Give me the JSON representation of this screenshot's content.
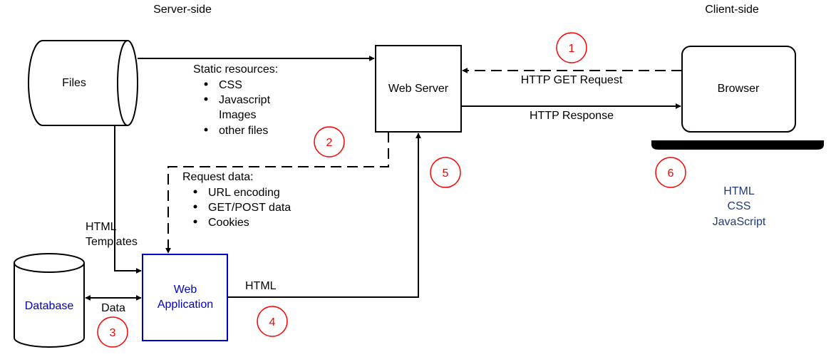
{
  "sections": {
    "server_side": "Server-side",
    "client_side": "Client-side"
  },
  "nodes": {
    "files": "Files",
    "web_server": "Web Server",
    "browser": "Browser",
    "database": "Database",
    "web_app_line1": "Web",
    "web_app_line2": "Application"
  },
  "labels": {
    "static_resources": "Static resources:",
    "static_items": [
      "CSS",
      "Javascript",
      "Images",
      "other files"
    ],
    "http_get": "HTTP GET Request",
    "http_response": "HTTP Response",
    "request_data": "Request data:",
    "request_items": [
      "URL encoding",
      "GET/POST data",
      "Cookies"
    ],
    "html_templates_line1": "HTML",
    "html_templates_line2": "Templates",
    "html": "HTML",
    "data": "Data"
  },
  "client_tech": [
    "HTML",
    "CSS",
    "JavaScript"
  ],
  "steps": [
    "1",
    "2",
    "3",
    "4",
    "5",
    "6"
  ],
  "colors": {
    "step_circle": "#ff0000",
    "web_app": "#0000cc",
    "client_tech": "#1f3c78"
  }
}
